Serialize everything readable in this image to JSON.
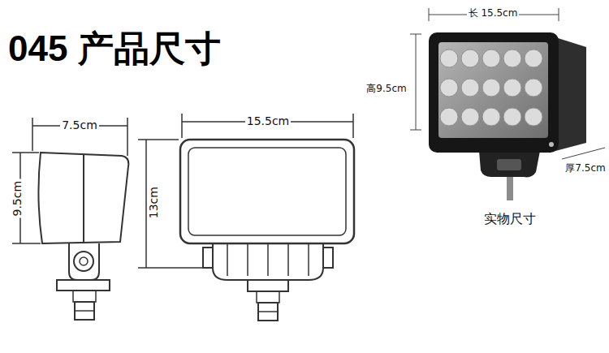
{
  "diagram": {
    "title": "045 产品尺寸",
    "labels": [
      "7.5cm",
      "15.5cm",
      "9.5cm",
      "13cm",
      "长 15.5cm",
      "高9.5cm",
      "厚7.5cm",
      "实物尺寸"
    ]
  }
}
